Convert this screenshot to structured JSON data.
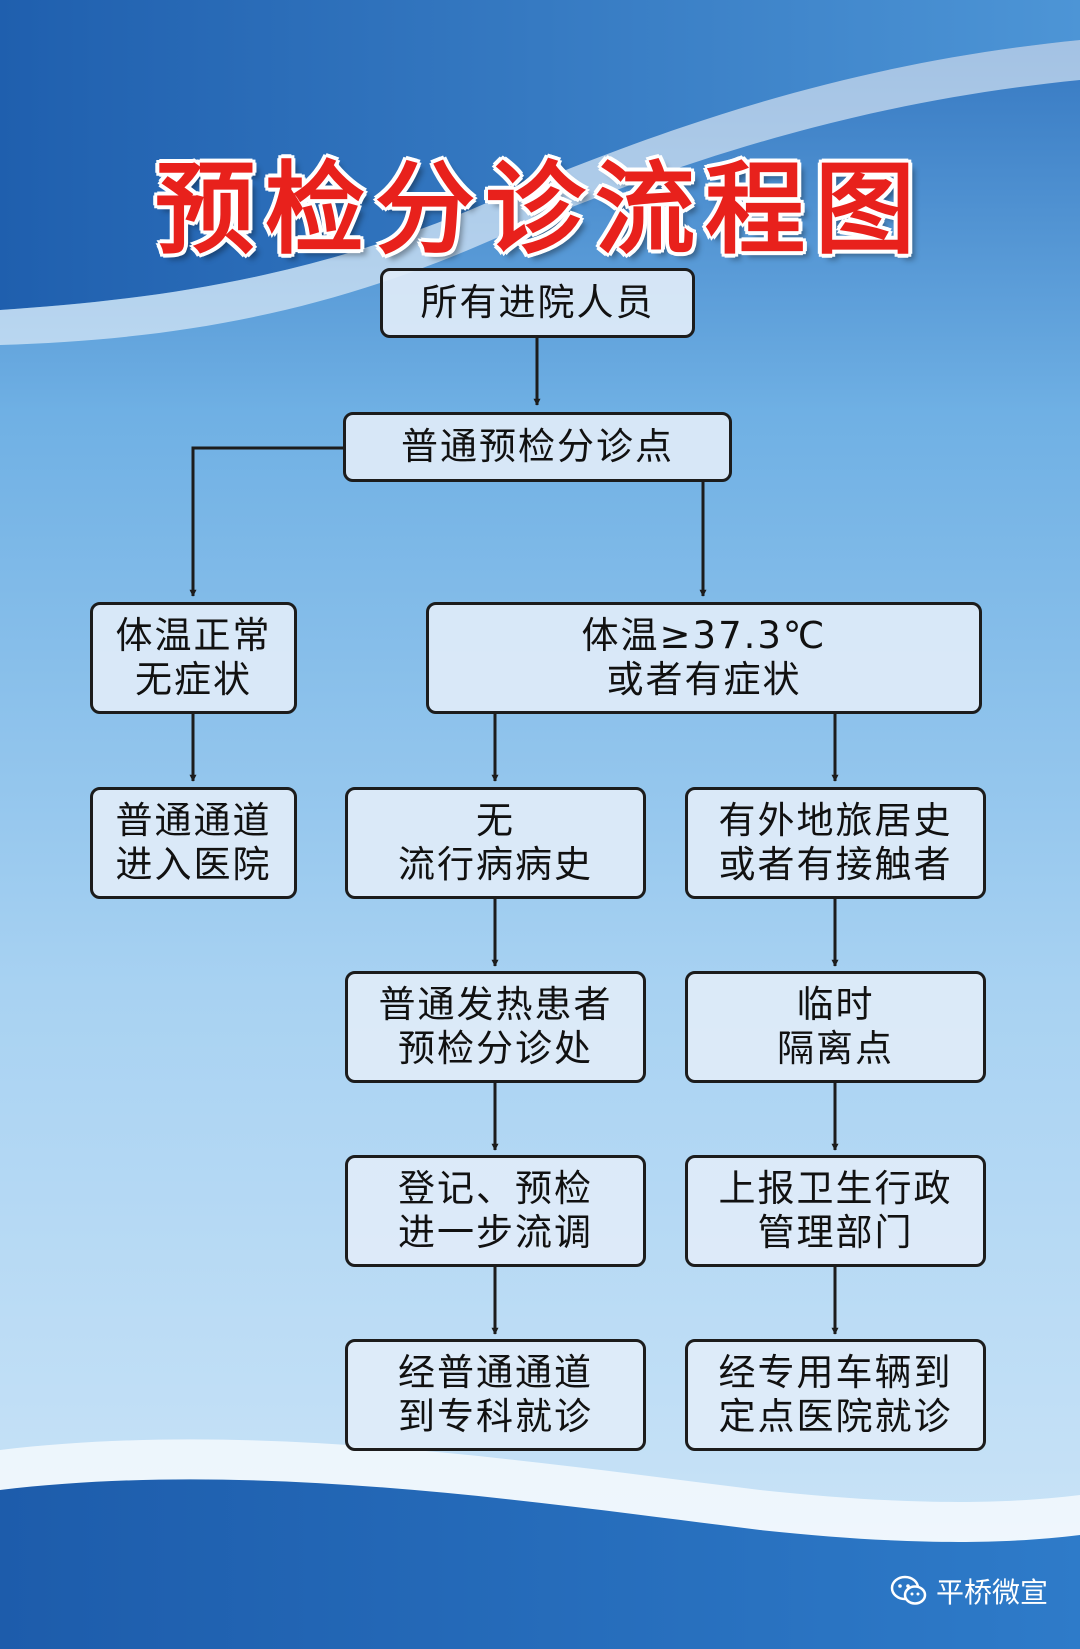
{
  "title": "预检分诊流程图",
  "colors": {
    "title": "#e8211c",
    "background": "#5b9fd8",
    "box_border": "#1c1c1c",
    "arrow": "#1c1c1c"
  },
  "nodes": {
    "all_visitors": [
      "所有进院人员"
    ],
    "triage_point": [
      "普通预检分诊点"
    ],
    "normal_temp": [
      "体温正常",
      "无症状"
    ],
    "fever": [
      "体温≥37.3℃",
      "或者有症状"
    ],
    "normal_channel": [
      "普通通道",
      "进入医院"
    ],
    "no_history": [
      "无",
      "流行病病史"
    ],
    "travel_contact": [
      "有外地旅居史",
      "或者有接触者"
    ],
    "fever_triage": [
      "普通发热患者",
      "预检分诊处"
    ],
    "temp_isolation": [
      "临时",
      "隔离点"
    ],
    "register": [
      "登记、预检",
      "进一步流调"
    ],
    "report": [
      "上报卫生行政",
      "管理部门"
    ],
    "specialist": [
      "经普通通道",
      "到专科就诊"
    ],
    "designated": [
      "经专用车辆到",
      "定点医院就诊"
    ]
  },
  "watermark": {
    "icon": "wechat-icon",
    "text": "平桥微宣"
  }
}
